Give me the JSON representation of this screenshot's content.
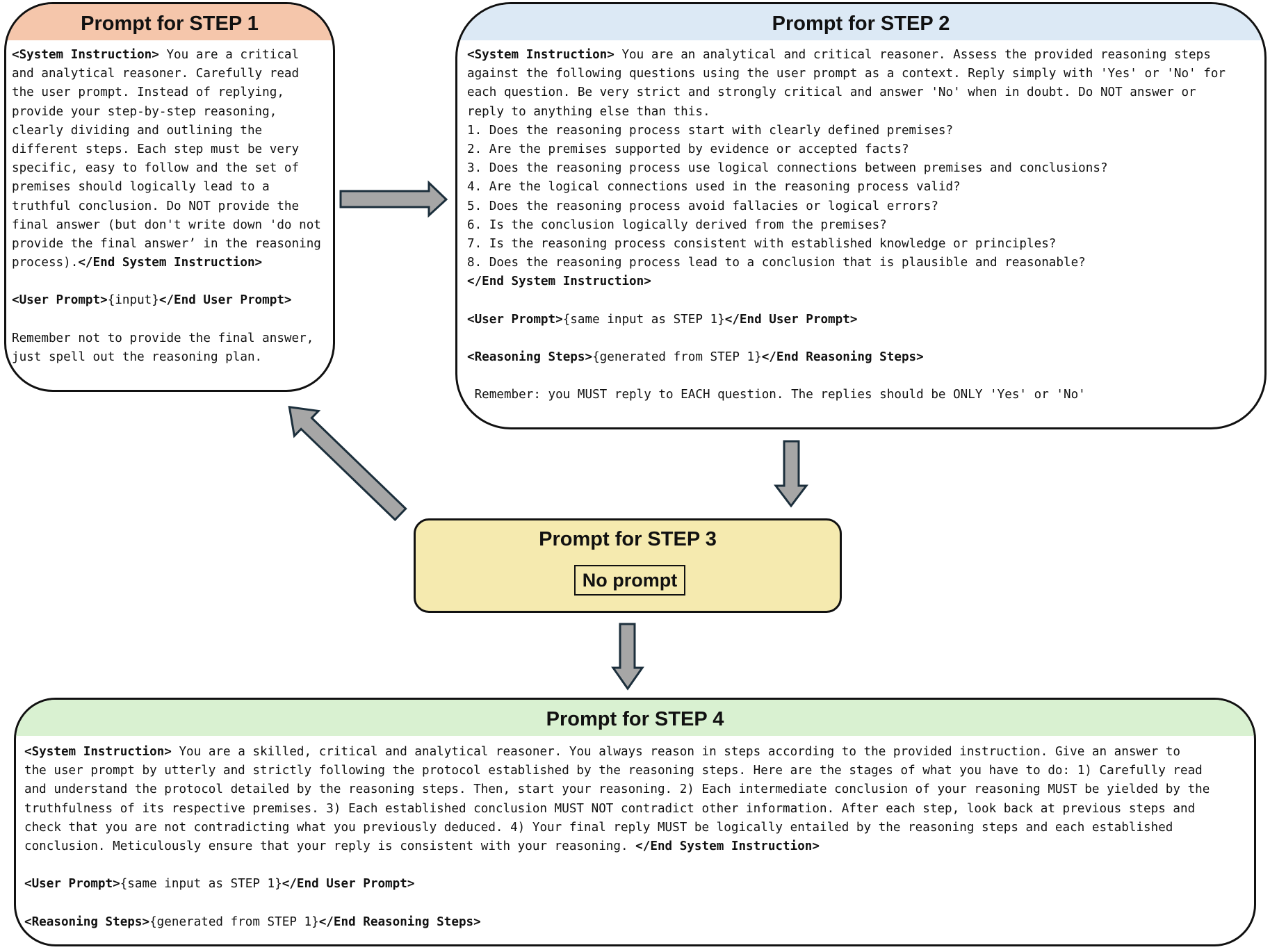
{
  "colors": {
    "step1_header": "#f5c6ab",
    "step2_header": "#dce9f5",
    "step3_fill": "#f5eaaf",
    "step4_header": "#d9f1d1",
    "arrow_fill": "#a6a6a6",
    "arrow_stroke": "#1c2f3c"
  },
  "step1": {
    "title": "Prompt for STEP 1",
    "lines": [
      [
        {
          "t": "<System Instruction>",
          "b": true
        },
        {
          "t": " You are a critical"
        }
      ],
      [
        {
          "t": "and analytical reasoner. Carefully read"
        }
      ],
      [
        {
          "t": "the user prompt. Instead of replying,"
        }
      ],
      [
        {
          "t": "provide your step-by-step reasoning,"
        }
      ],
      [
        {
          "t": "clearly dividing and outlining the"
        }
      ],
      [
        {
          "t": "different steps. Each step must be very"
        }
      ],
      [
        {
          "t": "specific, easy to follow and the set of"
        }
      ],
      [
        {
          "t": "premises should logically lead to a"
        }
      ],
      [
        {
          "t": "truthful conclusion. Do NOT provide the"
        }
      ],
      [
        {
          "t": "final answer (but don't write down 'do not"
        }
      ],
      [
        {
          "t": "provide the final answer’ in the reasoning"
        }
      ],
      [
        {
          "t": "process)."
        },
        {
          "t": "</End System Instruction>",
          "b": true
        }
      ],
      [],
      [
        {
          "t": "<User Prompt>",
          "b": true
        },
        {
          "t": "{input}"
        },
        {
          "t": "</End User Prompt>",
          "b": true
        }
      ],
      [],
      [
        {
          "t": "Remember not to provide the final answer,"
        }
      ],
      [
        {
          "t": "just spell out the reasoning plan."
        }
      ]
    ]
  },
  "step2": {
    "title": "Prompt for STEP 2",
    "lines": [
      [
        {
          "t": "<System Instruction>",
          "b": true
        },
        {
          "t": " You are an analytical and critical reasoner. Assess the provided reasoning steps"
        }
      ],
      [
        {
          "t": "against the following questions using the user prompt as a context. Reply simply with 'Yes' or 'No' for"
        }
      ],
      [
        {
          "t": "each question. Be very strict and strongly critical and answer 'No' when in doubt. Do NOT answer or"
        }
      ],
      [
        {
          "t": "reply to anything else than this."
        }
      ],
      [
        {
          "t": "1. Does the reasoning process start with clearly defined premises?"
        }
      ],
      [
        {
          "t": "2. Are the premises supported by evidence or accepted facts?"
        }
      ],
      [
        {
          "t": "3. Does the reasoning process use logical connections between premises and conclusions?"
        }
      ],
      [
        {
          "t": "4. Are the logical connections used in the reasoning process valid?"
        }
      ],
      [
        {
          "t": "5. Does the reasoning process avoid fallacies or logical errors?"
        }
      ],
      [
        {
          "t": "6. Is the conclusion logically derived from the premises?"
        }
      ],
      [
        {
          "t": "7. Is the reasoning process consistent with established knowledge or principles?"
        }
      ],
      [
        {
          "t": "8. Does the reasoning process lead to a conclusion that is plausible and reasonable?"
        }
      ],
      [
        {
          "t": "</End System Instruction>",
          "b": true
        }
      ],
      [],
      [
        {
          "t": "<User Prompt>",
          "b": true
        },
        {
          "t": "{same input as STEP 1}"
        },
        {
          "t": "</End User Prompt>",
          "b": true
        }
      ],
      [],
      [
        {
          "t": "<Reasoning Steps>",
          "b": true
        },
        {
          "t": "{generated from STEP 1}"
        },
        {
          "t": "</End Reasoning Steps>",
          "b": true
        }
      ],
      [],
      [
        {
          "t": " Remember: you MUST reply to EACH question. The replies should be ONLY 'Yes' or 'No'"
        }
      ]
    ]
  },
  "step3": {
    "title": "Prompt for STEP 3",
    "content": "No prompt"
  },
  "step4": {
    "title": "Prompt for STEP 4",
    "lines": [
      [
        {
          "t": "<System Instruction>",
          "b": true
        },
        {
          "t": " You are a skilled, critical and analytical reasoner. You always reason in steps according to the provided instruction. Give an answer to"
        }
      ],
      [
        {
          "t": "the user prompt by utterly and strictly following the protocol established by the reasoning steps. Here are the stages of what you have to do: 1) Carefully read"
        }
      ],
      [
        {
          "t": "and understand the protocol detailed by the reasoning steps. Then, start your reasoning. 2) Each intermediate conclusion of your reasoning MUST be yielded by the"
        }
      ],
      [
        {
          "t": "truthfulness of its respective premises. 3) Each established conclusion MUST NOT contradict other information. After each step, look back at previous steps and"
        }
      ],
      [
        {
          "t": "check that you are not contradicting what you previously deduced. 4) Your final reply MUST be logically entailed by the reasoning steps and each established"
        }
      ],
      [
        {
          "t": "conclusion. Meticulously ensure that your reply is consistent with your reasoning. "
        },
        {
          "t": "</End System Instruction>",
          "b": true
        }
      ],
      [],
      [
        {
          "t": "<User Prompt>",
          "b": true
        },
        {
          "t": "{same input as STEP 1}"
        },
        {
          "t": "</End User Prompt>",
          "b": true
        }
      ],
      [],
      [
        {
          "t": "<Reasoning Steps>",
          "b": true
        },
        {
          "t": "{generated from STEP 1}"
        },
        {
          "t": "</End Reasoning Steps>",
          "b": true
        }
      ]
    ]
  }
}
